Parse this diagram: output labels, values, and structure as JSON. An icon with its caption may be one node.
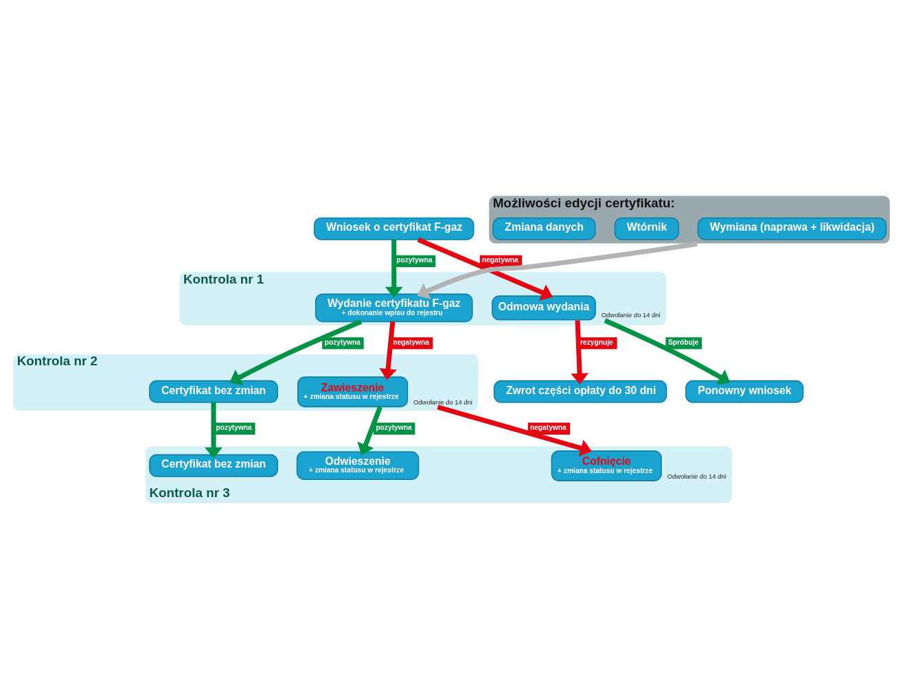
{
  "diagram": {
    "nodes": [
      {
        "text": [
          "Wniosek o certyfikat F-gaz"
        ]
      },
      {
        "text": [
          "Kontrola nr 1"
        ]
      },
      {
        "text": [
          "Wydanie certyfikatu F-gaz",
          "+ dokonanie wpisu do rejestru"
        ],
        "in": 1
      },
      {
        "text": [
          "Odmowa wydania"
        ],
        "in": 1,
        "beside": [
          "Odwołanie do 14 dni"
        ]
      },
      {
        "text": [
          "Możliwości edycji certyfikatu:"
        ]
      },
      {
        "text": [
          "Wymiana (naprawa + likwidacja)"
        ],
        "in": 4
      },
      {
        "text": [
          "Wtórnik"
        ],
        "in": 4
      },
      {
        "text": [
          "Zmiana danych"
        ],
        "in": 4
      },
      {
        "text": [
          "Zwrot części opłaty do 30 dni"
        ]
      },
      {
        "text": [
          "Ponowny wniosek"
        ]
      },
      {
        "text": [
          "Kontrola nr 2"
        ]
      },
      {
        "text": [
          "Certyfikat bez zmian"
        ],
        "in": 10
      },
      {
        "text": [
          "Zawieszenie",
          "+ zmiana statusu w rejestrze"
        ],
        "in": 10,
        "beside": [
          "Odwołanie do 14 dni"
        ]
      },
      {
        "text": [
          "Kontrola nr 3"
        ]
      },
      {
        "text": [
          "Certyfikat bez zmian"
        ],
        "in": 13
      },
      {
        "text": [
          "Odwieszenie",
          "+ zmiana statusu w rejestrze"
        ],
        "in": 13
      },
      {
        "text": [
          "Cofnięcie",
          "+ zmiana statusu w rejestrze"
        ],
        "in": 13,
        "beside": [
          "Odwołanie do 14 dni"
        ]
      }
    ],
    "edges": [
      {
        "from": 0,
        "to": 2,
        "arrow": "to",
        "label": "pozytywna",
        "color": "#009245"
      },
      {
        "from": 0,
        "to": 3,
        "arrow": "to",
        "label": "negatywna",
        "color": "#e30613"
      },
      {
        "from": 4,
        "to": 2,
        "arrow": "to",
        "color": "#b3b3b3"
      },
      {
        "from": 3,
        "to": 8,
        "arrow": "to",
        "label": "rezygnuje",
        "color": "#e30613"
      },
      {
        "from": 3,
        "to": 9,
        "arrow": "to",
        "label": "Spróbuje",
        "color": "#009245"
      },
      {
        "from": 2,
        "to": 11,
        "arrow": "to",
        "label": "pozytywna",
        "color": "#009245"
      },
      {
        "from": 2,
        "to": 12,
        "arrow": "to",
        "label": "negatywna",
        "color": "#e30613"
      },
      {
        "from": 11,
        "to": 14,
        "arrow": "to",
        "label": "pozytywna",
        "color": "#009245"
      },
      {
        "from": 12,
        "to": 15,
        "arrow": "to",
        "label": "pozytywna",
        "color": "#009245"
      },
      {
        "from": 12,
        "to": 16,
        "arrow": "to",
        "label": "negatywna",
        "color": "#e30613"
      }
    ]
  }
}
